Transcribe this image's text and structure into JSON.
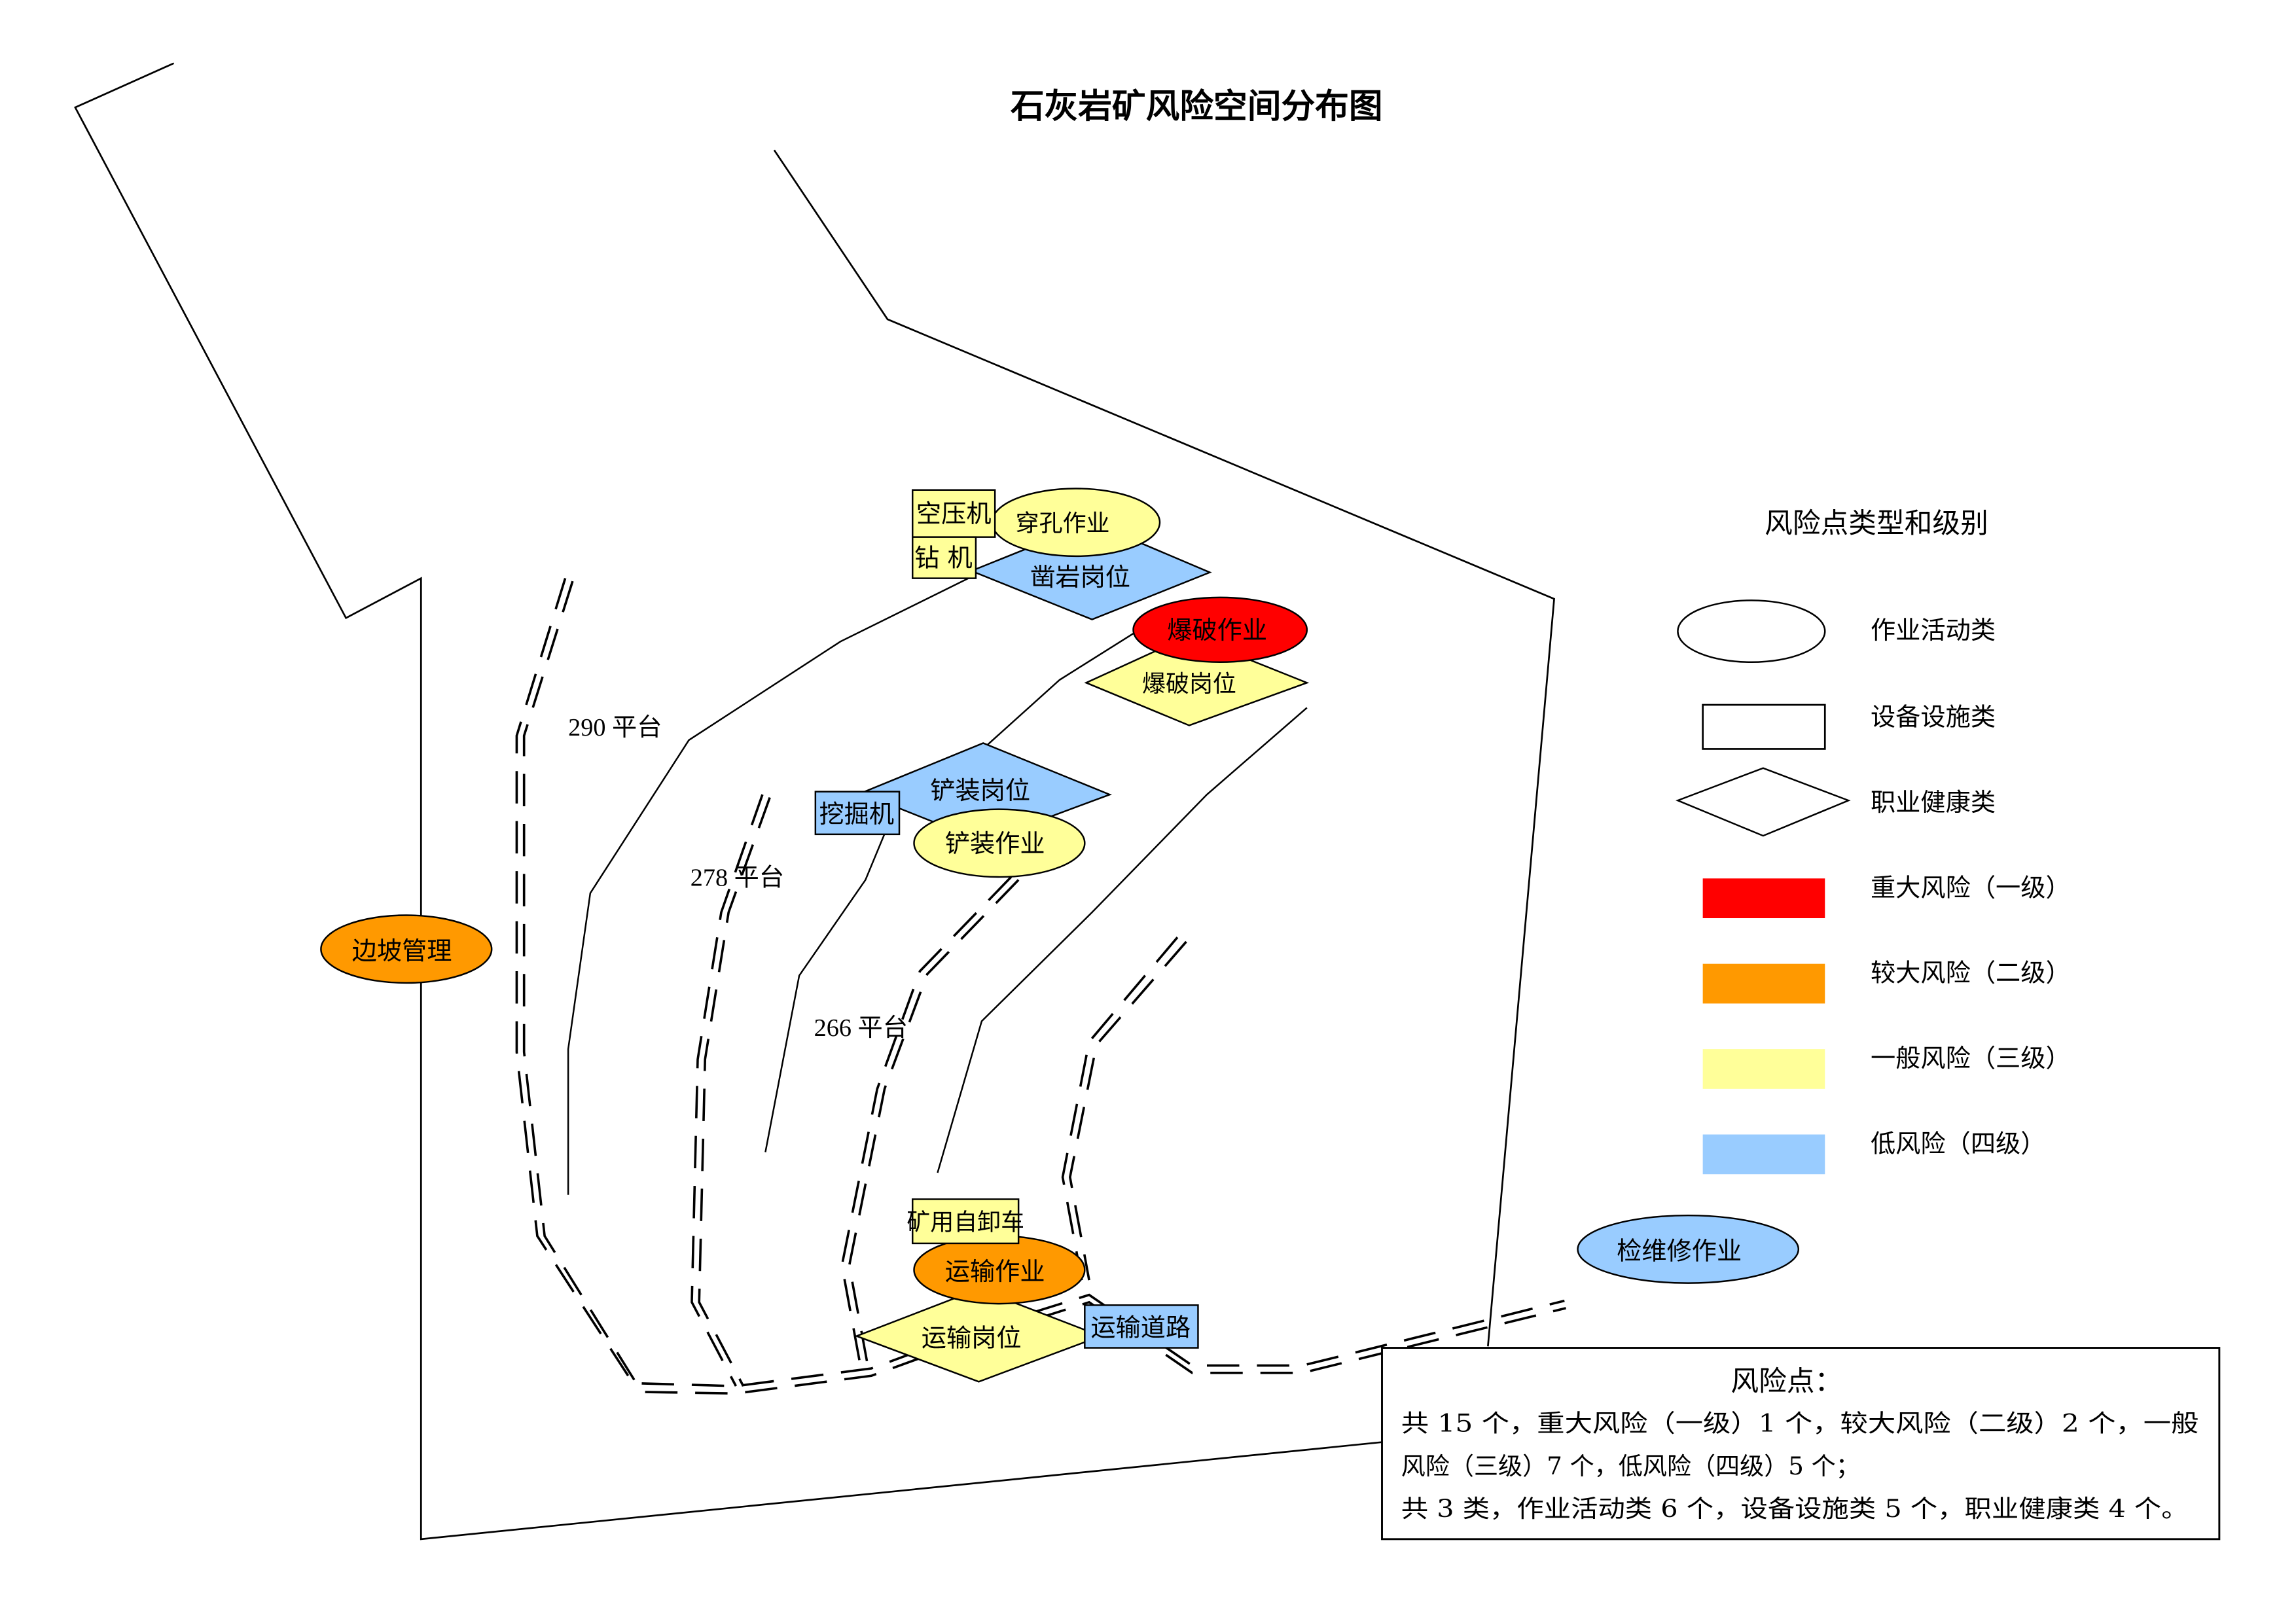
{
  "title": "石灰岩矿风险空间分布图",
  "colors": {
    "level1": "#ff0000",
    "level2": "#ff9900",
    "level3": "#ffff99",
    "level4": "#99ccff"
  },
  "platforms": [
    {
      "label": "290 平台"
    },
    {
      "label": "278 平台"
    },
    {
      "label": "266 平台"
    }
  ],
  "risk_points": [
    {
      "name": "空压机",
      "type": "设备设施类",
      "level": 3
    },
    {
      "name": "钻 机",
      "type": "设备设施类",
      "level": 3
    },
    {
      "name": "穿孔作业",
      "type": "作业活动类",
      "level": 3
    },
    {
      "name": "凿岩岗位",
      "type": "职业健康类",
      "level": 4
    },
    {
      "name": "爆破作业",
      "type": "作业活动类",
      "level": 1
    },
    {
      "name": "爆破岗位",
      "type": "职业健康类",
      "level": 3
    },
    {
      "name": "铲装岗位",
      "type": "职业健康类",
      "level": 4
    },
    {
      "name": "挖掘机",
      "type": "设备设施类",
      "level": 4
    },
    {
      "name": "铲装作业",
      "type": "作业活动类",
      "level": 3
    },
    {
      "name": "边坡管理",
      "type": "作业活动类",
      "level": 2
    },
    {
      "name": "矿用自卸车",
      "type": "设备设施类",
      "level": 3
    },
    {
      "name": "运输作业",
      "type": "作业活动类",
      "level": 2
    },
    {
      "name": "运输岗位",
      "type": "职业健康类",
      "level": 3
    },
    {
      "name": "运输道路",
      "type": "设备设施类",
      "level": 4
    },
    {
      "name": "检维修作业",
      "type": "作业活动类",
      "level": 4
    }
  ],
  "legend": {
    "title": "风险点类型和级别",
    "types": [
      {
        "shape": "ellipse",
        "label": "作业活动类"
      },
      {
        "shape": "rectangle",
        "label": "设备设施类"
      },
      {
        "shape": "diamond",
        "label": "职业健康类"
      }
    ],
    "levels": [
      {
        "color": "#ff0000",
        "label": "重大风险（一级）"
      },
      {
        "color": "#ff9900",
        "label": "较大风险（二级）"
      },
      {
        "color": "#ffff99",
        "label": "一般风险（三级）"
      },
      {
        "color": "#99ccff",
        "label": "低风险（四级）"
      }
    ]
  },
  "summary": {
    "title": "风险点：",
    "line1": "共 15 个，重大风险（一级）1 个，较大风险（二级）2 个，一般",
    "line2": "风险（三级）7 个，低风险（四级）5 个；",
    "line3": "共 3 类，作业活动类 6 个，设备设施类 5 个，职业健康类 4 个。",
    "total": 15,
    "by_level": {
      "一级": 1,
      "二级": 2,
      "三级": 7,
      "四级": 5
    },
    "by_type": {
      "作业活动类": 6,
      "设备设施类": 5,
      "职业健康类": 4
    }
  }
}
